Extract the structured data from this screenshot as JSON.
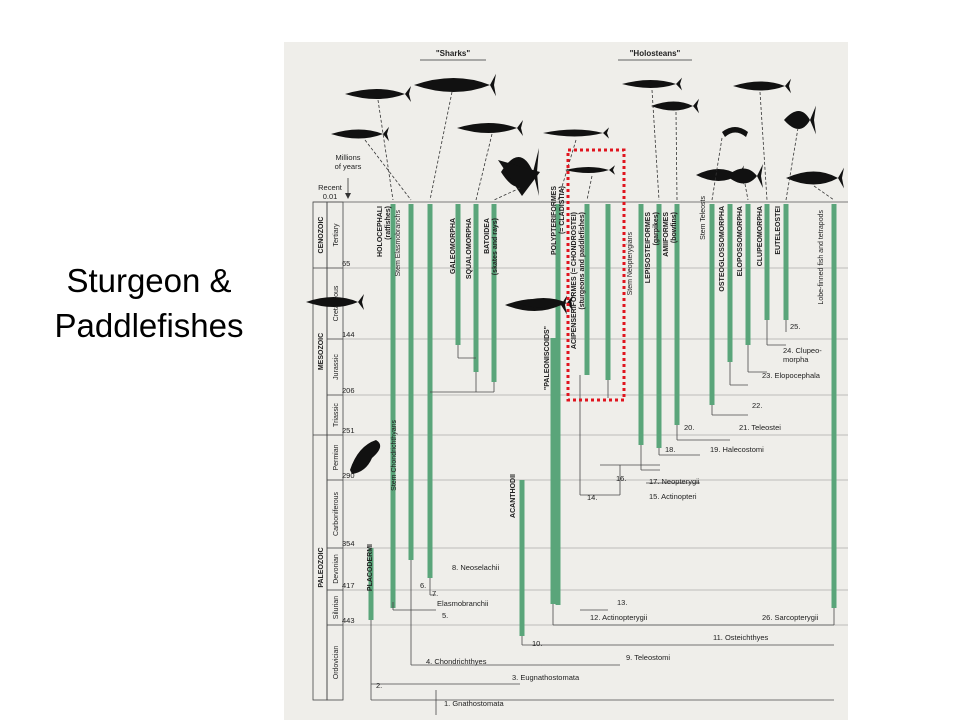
{
  "slide": {
    "title_line1": "Sturgeon &",
    "title_line2": "Paddlefishes"
  },
  "colors": {
    "lineage": "#5aa57a",
    "highlight": "#e0141e",
    "paper": "#efeeea",
    "silhouette": "#111111"
  },
  "figure": {
    "group_labels": {
      "sharks": "\"Sharks\"",
      "holosteans": "\"Holosteans\""
    },
    "time_axis": {
      "header": "Millions\nof years",
      "recent_label": "Recent\n0.01",
      "ticks": [
        "65",
        "144",
        "206",
        "251",
        "290",
        "354",
        "417",
        "443"
      ],
      "eras": [
        "CENOZOIC",
        "MESOZOIC",
        "PALEOZOIC"
      ],
      "periods": [
        "Tertiary",
        "Cretaceous",
        "Jurassic",
        "Triassic",
        "Permian",
        "Carboniferous",
        "Devonian",
        "Silurian",
        "Ordovician"
      ]
    },
    "taxa": [
      "HOLOCEPHALI (ratfishes)",
      "Stem Elasmobranchs",
      "GALEOMORPHA",
      "SQUALOMORPHA",
      "BATOIDEA (skates and rays)",
      "POLYPTERIFORMES (= CLADISTIA)",
      "ACIPENSERIFORMES (= CHONDROSTEI) (sturgeons and paddlefishes)",
      "Stem Neopterygians",
      "LEPISOSTEIFORMES (garpikes)",
      "AMIIFORMES (bowfins)",
      "Stem Teleosts",
      "OSTEOGLOSSOMORPHA",
      "ELOPOSSOMORPHA",
      "CLUPEOMORPHA",
      "EUTELEOSTEI",
      "Lobe-finned fish and tetrapods",
      "Stem Chondrichthyans",
      "PLACODERMI",
      "\"PALEONISCOIDS\"",
      "ACANTHODII"
    ],
    "nodes": [
      "1. Gnathostomata",
      "2.",
      "3. Eugnathostomata",
      "4. Chondrichthyes",
      "5.",
      "6.",
      "7.",
      "8. Neoselachii",
      "Elasmobranchii",
      "9. Teleostomi",
      "10.",
      "11. Osteichthyes",
      "12. Actinopterygii",
      "13.",
      "14.",
      "15. Actinopteri",
      "16.",
      "17. Neopterygii",
      "18.",
      "19. Halecostomi",
      "20.",
      "21. Teleostei",
      "22.",
      "23. Elopocephala",
      "24. Clupeo-\nmorpha",
      "25.",
      "26. Sarcopterygii"
    ]
  }
}
